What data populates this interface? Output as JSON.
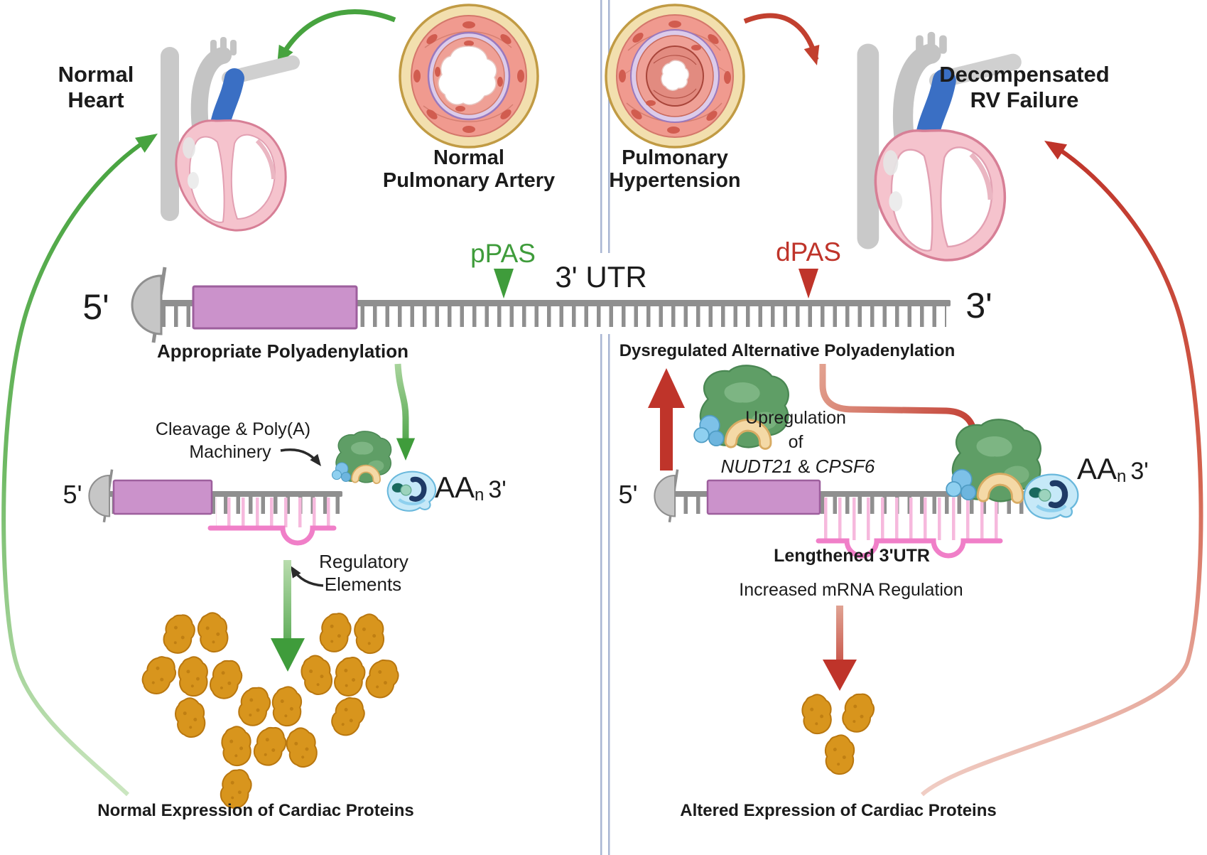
{
  "figure": {
    "type": "biorender-style pathway diagram",
    "topic": "Alternative polyadenylation in pulmonary hypertension and RV failure"
  },
  "labels": {
    "normal_heart": [
      "Normal",
      "Heart"
    ],
    "normal_artery": [
      "Normal",
      "Pulmonary Artery"
    ],
    "ph_artery": [
      "Pulmonary",
      "Hypertension"
    ],
    "rv_failure": [
      "Decompensated",
      "RV Failure"
    ],
    "left_title": "Appropriate Polyadenylation",
    "right_title": "Dysregulated Alternative Polyadenylation",
    "ppas": "pPAS",
    "utr": "3' UTR",
    "dpas": "dPAS",
    "five_prime": "5'",
    "three_prime": "3'",
    "machinery": [
      "Cleavage & Poly(A)",
      "Machinery"
    ],
    "regulatory": [
      "Regulatory",
      "Elements"
    ],
    "polya_tail": "AA",
    "polya_sub": "n",
    "upregulation": [
      "Upregulation",
      "of"
    ],
    "gene1": "NUDT21",
    "ampersand": " & ",
    "gene2": "CPSF6",
    "lengthened": "Lengthened 3'UTR",
    "increased": "Increased mRNA Regulation",
    "left_bottom": "Normal Expression of Cardiac Proteins",
    "right_bottom": "Altered Expression of Cardiac Proteins"
  },
  "colors": {
    "green_arrow": "#3f9c3b",
    "red_arrow": "#bf342a",
    "text": "#1b1b1b",
    "exon_box_fill": "#cb92cb",
    "exon_box_stroke": "#9d5f9d",
    "mrna_gray": "#8f8f8f",
    "regulatory_pink": "#f07fc8",
    "protein_orange": "#d8951d",
    "divider_blue": "#a9b6d3",
    "pulmonary_artery_blue": "#3a6fc4",
    "machinery_green": "#5f9e66",
    "polya_blue": "#c6e9f8"
  }
}
